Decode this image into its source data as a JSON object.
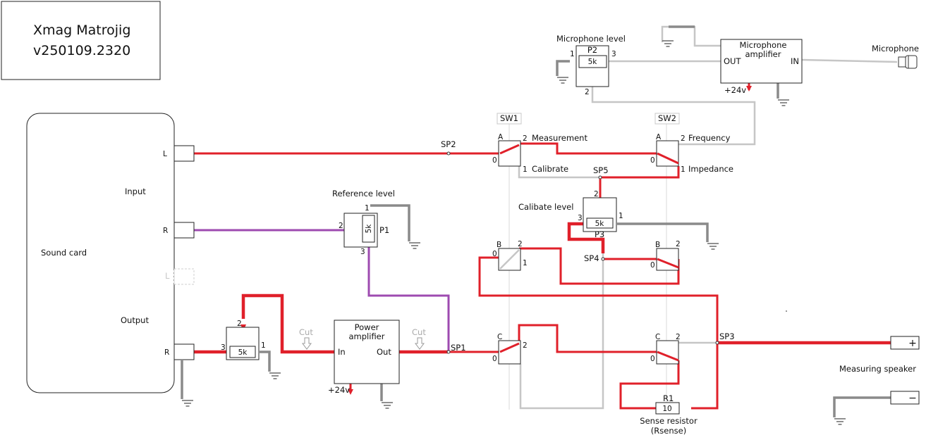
{
  "title": {
    "line1": "Xmag Matrojig",
    "line2": "v250109.2320"
  },
  "sound_card": {
    "label": "Sound card",
    "input_label": "Input",
    "output_label": "Output",
    "port_in_l": "L",
    "port_in_r": "R",
    "port_out_l": "L",
    "port_out_r": "R"
  },
  "microphone": {
    "level_label": "Microphone level",
    "pot_name": "P2",
    "pot_value": "5k",
    "pin1": "1",
    "pin2": "2",
    "pin3": "3",
    "amp_line1": "Microphone",
    "amp_line2": "amplifier",
    "amp_out": "OUT",
    "amp_in": "IN",
    "amp_supply": "+24v",
    "mic_label": "Microphone"
  },
  "reference": {
    "label": "Reference level",
    "pot_name": "P1",
    "pot_value": "5k",
    "pin1": "1",
    "pin2": "2",
    "pin3": "3"
  },
  "calibrate": {
    "label": "Calibate level",
    "pot_name": "P3",
    "pot_value": "5k",
    "pin1": "1",
    "pin2": "2",
    "pin3": "3"
  },
  "output_pot": {
    "pot_value": "5k",
    "pin1": "1",
    "pin2": "2",
    "pin3": "3"
  },
  "power_amp": {
    "line1": "Power",
    "line2": "amplifier",
    "in": "In",
    "out": "Out",
    "supply": "+24v"
  },
  "cut_labels": [
    "Cut",
    "Cut"
  ],
  "switches": {
    "sw1": "SW1",
    "sw2": "SW2",
    "pole_a": "A",
    "pole_b": "B",
    "pole_c": "C",
    "pos0": "0",
    "pos1": "1",
    "pos2": "2"
  },
  "switch_labels": {
    "measurement": "Measurement",
    "calibrate": "Calibrate",
    "frequency": "Frequency",
    "impedance": "Impedance"
  },
  "splice_points": {
    "sp1": "SP1",
    "sp2": "SP2",
    "sp3": "SP3",
    "sp4": "SP4",
    "sp5": "SP5"
  },
  "resistor": {
    "name": "R1",
    "value": "10",
    "caption1": "Sense resistor",
    "caption2": "(Rsense)"
  },
  "speaker": {
    "label": "Measuring speaker",
    "plus": "+",
    "minus": "−"
  },
  "colors": {
    "signal_red": "#e0202a",
    "reference_purple": "#9e4bb0",
    "ground_dark_grey": "#8a8a8a",
    "sense_light_grey": "#c6c6c6"
  }
}
